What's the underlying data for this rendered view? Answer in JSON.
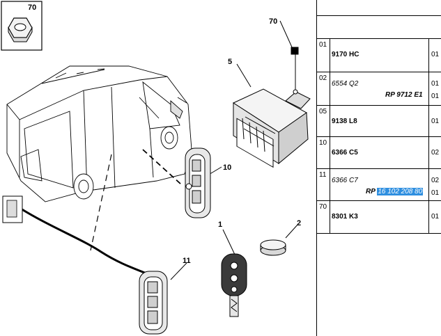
{
  "nut_box_label": "70",
  "callouts": {
    "c70": "70",
    "c5": "5",
    "c10": "10",
    "c1": "1",
    "c2": "2",
    "c11": "11"
  },
  "parts_rows": [
    {
      "ref": "01",
      "code": "9170 HC",
      "italic": false,
      "qty": "01",
      "rp": "",
      "rp_highlight": "",
      "qty2": ""
    },
    {
      "ref": "02",
      "code": "6554 Q2",
      "italic": true,
      "qty": "01",
      "rp": "RP 9712 E1",
      "rp_highlight": "",
      "qty2": "01"
    },
    {
      "ref": "05",
      "code": "9138 L8",
      "italic": false,
      "qty": "01",
      "rp": "",
      "rp_highlight": "",
      "qty2": ""
    },
    {
      "ref": "10",
      "code": "6366 C5",
      "italic": false,
      "qty": "02",
      "rp": "",
      "rp_highlight": "",
      "qty2": ""
    },
    {
      "ref": "11",
      "code": "6366 C7",
      "italic": true,
      "qty": "02",
      "rp": "RP",
      "rp_highlight": "16 102 208 80",
      "qty2": "01"
    },
    {
      "ref": "70",
      "code": "8301 K3",
      "italic": false,
      "qty": "01",
      "rp": "",
      "rp_highlight": "",
      "qty2": ""
    }
  ]
}
